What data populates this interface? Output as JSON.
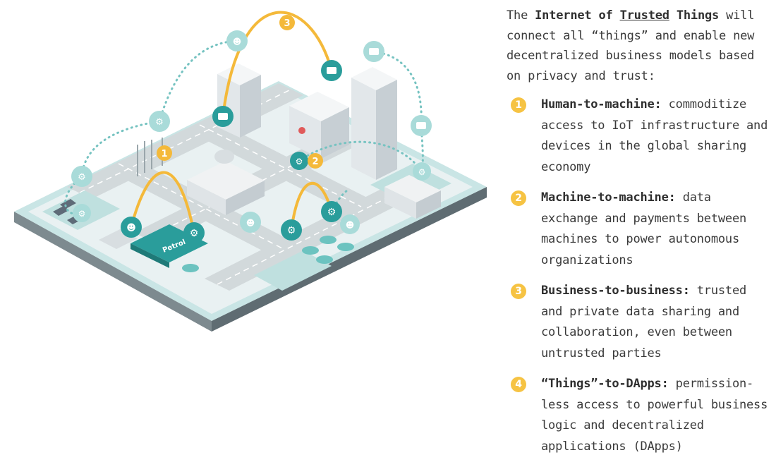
{
  "panel": {
    "intro": {
      "prefix": "The ",
      "title_bold_1": "Internet of ",
      "title_underlined": "Trusted",
      "title_bold_2": " Things",
      "rest": " will connect all “things” and enable new decentralized business models based on privacy and trust:"
    },
    "items": [
      {
        "number": "1",
        "title": "Human-to-machine:",
        "text": " commoditize access to IoT infrastructure and devices in the global sharing economy"
      },
      {
        "number": "2",
        "title": "Machine-to-machine:",
        "text": " data exchange and payments between machines to power autonomous organizations"
      },
      {
        "number": "3",
        "title": "Business-to-business:",
        "text": " trusted and private data sharing and collaboration, even between untrusted parties"
      },
      {
        "number": "4",
        "title": "“Things”-to-DApps:",
        "text": " permission-less access to powerful business logic and decentralized applications (DApps)"
      }
    ]
  },
  "scene": {
    "station_sign": "Petrol",
    "markers": [
      "1",
      "2",
      "3"
    ]
  },
  "colors": {
    "teal": "#2a9d9b",
    "teal_light": "#8fd0cf",
    "yellow": "#f4b93a",
    "ground": "#e6f0f1",
    "grass": "#b9dcdc",
    "road": "#cfd6d8"
  }
}
